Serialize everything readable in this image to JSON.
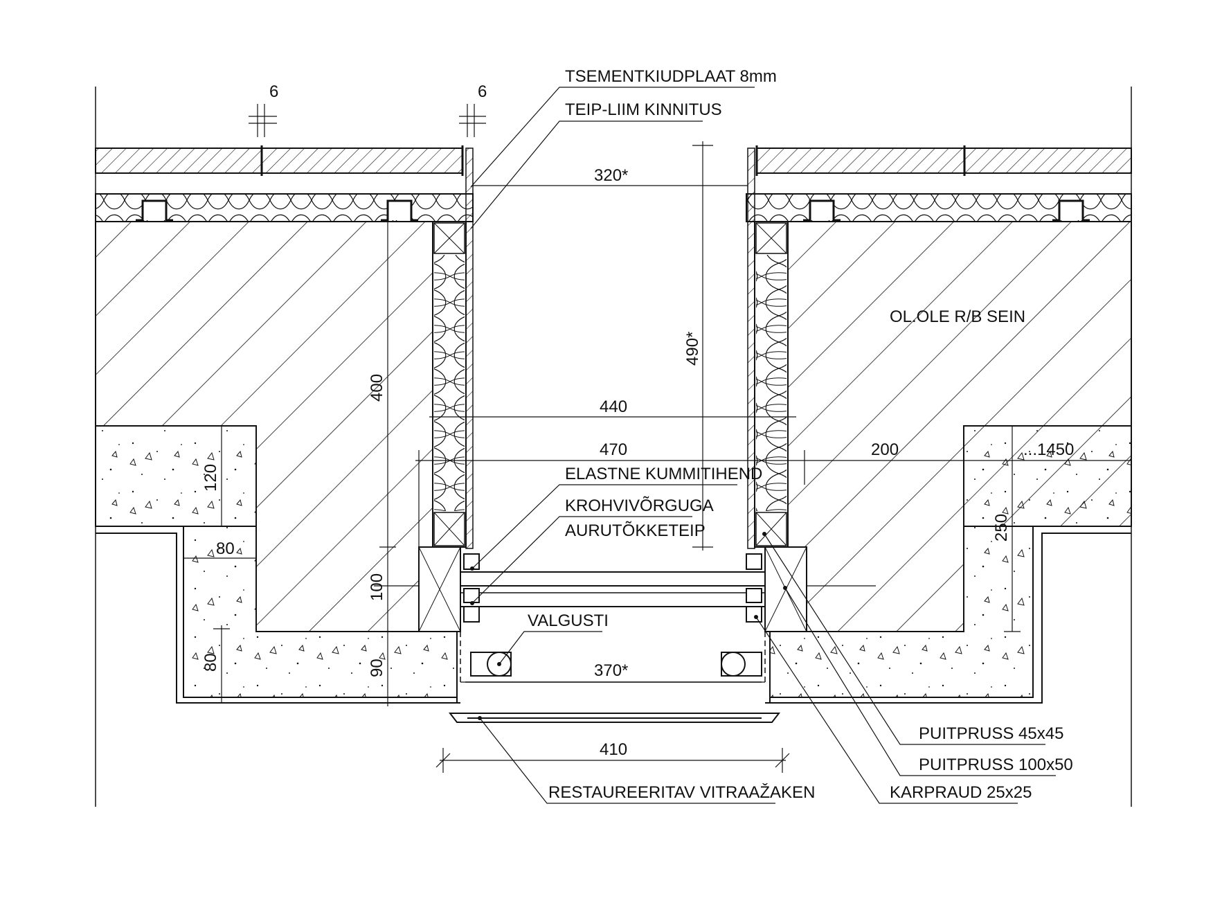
{
  "callouts": {
    "tsementkiudplaat": "TSEMENTKIUDPLAAT 8mm",
    "teip_liim": "TEIP-LIIM KINNITUS",
    "wall": "OL.OLE R/B SEIN",
    "kummitihend": "ELASTNE KUMMITIHEND",
    "krohvivorguga": "KROHVIVÕRGUGA",
    "aurutokketeip": "AURUTÕKKETEIP",
    "valgusti": "VALGUSTI",
    "puitpruss_45": "PUITPRUSS 45x45",
    "puitpruss_100": "PUITPRUSS 100x50",
    "karpraud": "KARPRAUD 25x25",
    "vitraazaken": "RESTAUREERITAV VITRAAŽAKEN"
  },
  "dimensions": {
    "joint_left": "6",
    "joint_right": "6",
    "d320": "320*",
    "d440": "440",
    "d470": "470",
    "d200": "200",
    "d1450": "...1450",
    "d490": "490*",
    "d400": "400",
    "d120": "120",
    "d80_top": "80",
    "d100": "100",
    "d80_bottom": "80",
    "d90": "90",
    "d250": "250",
    "d370": "370*",
    "d410": "410"
  },
  "colors": {
    "line": "#111111",
    "background": "#ffffff"
  }
}
